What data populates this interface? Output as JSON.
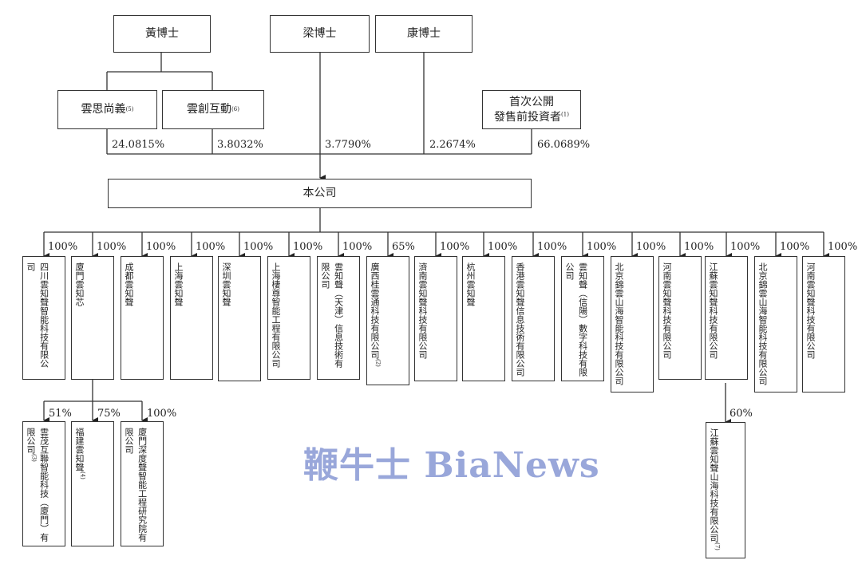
{
  "top": {
    "huang": "黃博士",
    "liang": "梁博士",
    "kang": "康博士",
    "yunsi": {
      "name": "雲思尚義",
      "note": "(5)"
    },
    "yunchuang": {
      "name": "雲創互動",
      "note": "(6)"
    },
    "ipo": {
      "line1": "首次公開",
      "line2": "發售前投資者",
      "note": "(1)"
    }
  },
  "percents": {
    "yunsi": "24.0815%",
    "yunchuang": "3.8032%",
    "liang": "3.7790%",
    "kang": "2.2674%",
    "ipo": "66.0689%"
  },
  "company": "本公司",
  "subsidiaries": [
    {
      "pct": "100%",
      "name": "四川雲知聲智能科技有限公司",
      "note": ""
    },
    {
      "pct": "100%",
      "name": "廈門雲知芯",
      "note": ""
    },
    {
      "pct": "100%",
      "name": "成都雲知聲",
      "note": ""
    },
    {
      "pct": "100%",
      "name": "上海雲知聲",
      "note": ""
    },
    {
      "pct": "100%",
      "name": "深圳雲知聲",
      "note": ""
    },
    {
      "pct": "100%",
      "name": "上海棲尊智能工程有限公司",
      "note": ""
    },
    {
      "pct": "100%",
      "name": "雲知聲（天津）信息技術有限公司",
      "note": ""
    },
    {
      "pct": "65%",
      "name": "廣西桂雲通科技有限公司",
      "note": "(2)"
    },
    {
      "pct": "100%",
      "name": "濟南雲知聲科技有限公司",
      "note": ""
    },
    {
      "pct": "100%",
      "name": "杭州雲知聲",
      "note": ""
    },
    {
      "pct": "100%",
      "name": "香港雲知聲信息技術有限公司",
      "note": ""
    },
    {
      "pct": "100%",
      "name": "雲知聲（信陽）數字科技有限公司",
      "note": ""
    },
    {
      "pct": "100%",
      "name": "北京錦雲山海智能科技有限公司",
      "note": ""
    },
    {
      "pct": "100%",
      "name": "河南雲知聲科技有限公司",
      "note": ""
    },
    {
      "pct": "100%",
      "name": "江蘇雲知聲科技有限公司",
      "note": ""
    },
    {
      "pct": "100%",
      "name": "北京錦雲山海智能科技有限公司",
      "note": ""
    },
    {
      "pct": "100%",
      "name": "河南雲知聲科技有限公司",
      "note": ""
    }
  ],
  "xiamen_children": [
    {
      "pct": "51%",
      "name": "雲茂互聯智能科技（廈門）有限公司",
      "note": "(3)"
    },
    {
      "pct": "75%",
      "name": "福建雲知聲",
      "note": "(4)"
    },
    {
      "pct": "100%",
      "name": "廈門深度聲智能工程研究院有限公司",
      "note": ""
    }
  ],
  "jiangsu_child": {
    "pct": "60%",
    "name": "江蘇雲知聲山海科技有限公司",
    "note": "(7)"
  },
  "watermark": "鞭牛士 BiaNews"
}
